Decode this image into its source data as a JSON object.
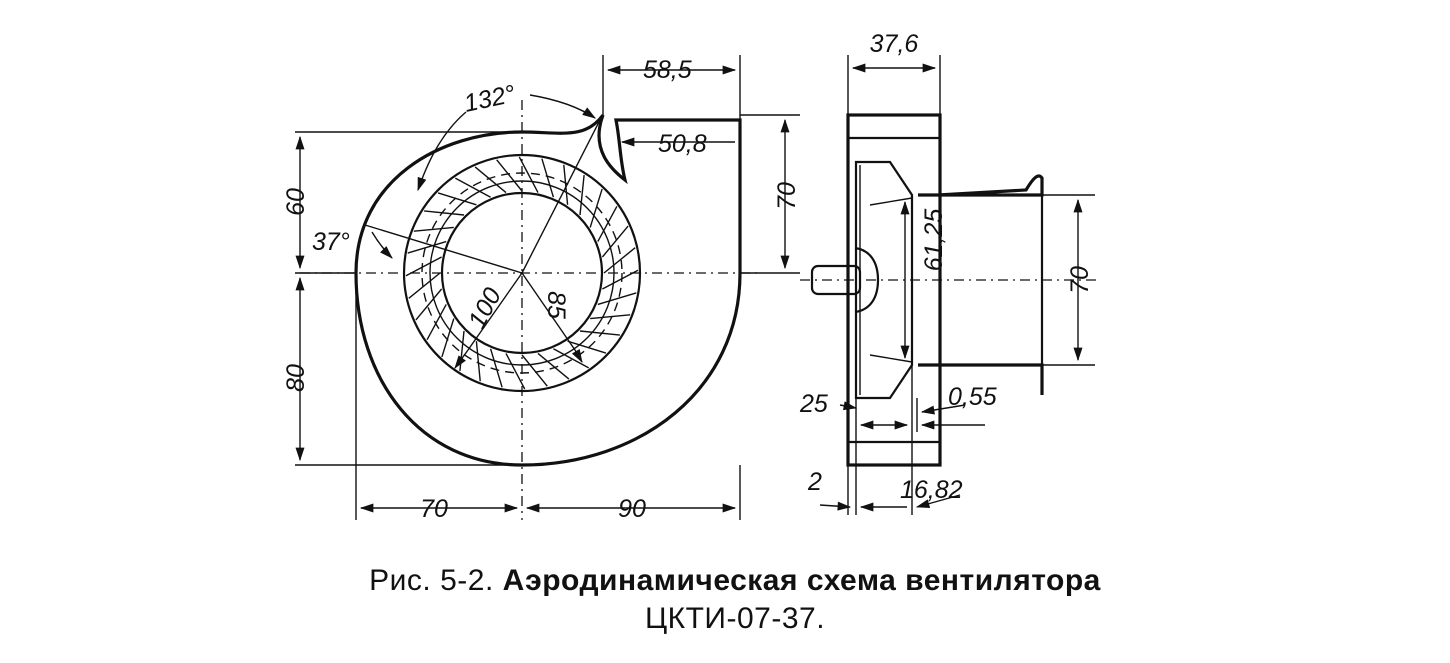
{
  "figure": {
    "front_view": {
      "dims": {
        "top_width": "58,5",
        "outlet_width": "50,8",
        "tongue_angle": "132°",
        "blade_angle": "37°",
        "upper_height": "60",
        "lower_height": "80",
        "left_width": "70",
        "right_width": "90",
        "outlet_height": "70",
        "outer_dia": "100",
        "inner_dia": "85"
      }
    },
    "side_view": {
      "dims": {
        "total_width": "37,6",
        "inlet_dia": "61,25",
        "inlet_height": "70",
        "hub_width": "25",
        "gap": "0,55",
        "wall": "2",
        "impeller_width": "16,82"
      }
    }
  },
  "caption": {
    "prefix": "Рис. 5-2.",
    "title_bold": "Аэродинамическая схема вентилятора",
    "model": "ЦКТИ-07-37."
  }
}
